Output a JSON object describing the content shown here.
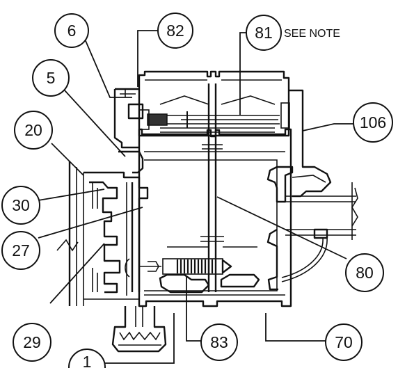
{
  "diagram": {
    "callouts": [
      {
        "id": "c6",
        "label": "6"
      },
      {
        "id": "c82",
        "label": "82"
      },
      {
        "id": "c81",
        "label": "81"
      },
      {
        "id": "c5",
        "label": "5"
      },
      {
        "id": "c20",
        "label": "20"
      },
      {
        "id": "c106",
        "label": "106"
      },
      {
        "id": "c30",
        "label": "30"
      },
      {
        "id": "c27",
        "label": "27"
      },
      {
        "id": "c80",
        "label": "80"
      },
      {
        "id": "c29",
        "label": "29"
      },
      {
        "id": "c83",
        "label": "83"
      },
      {
        "id": "c70",
        "label": "70"
      },
      {
        "id": "c1",
        "label": "1"
      }
    ],
    "note": "SEE NOTE"
  }
}
